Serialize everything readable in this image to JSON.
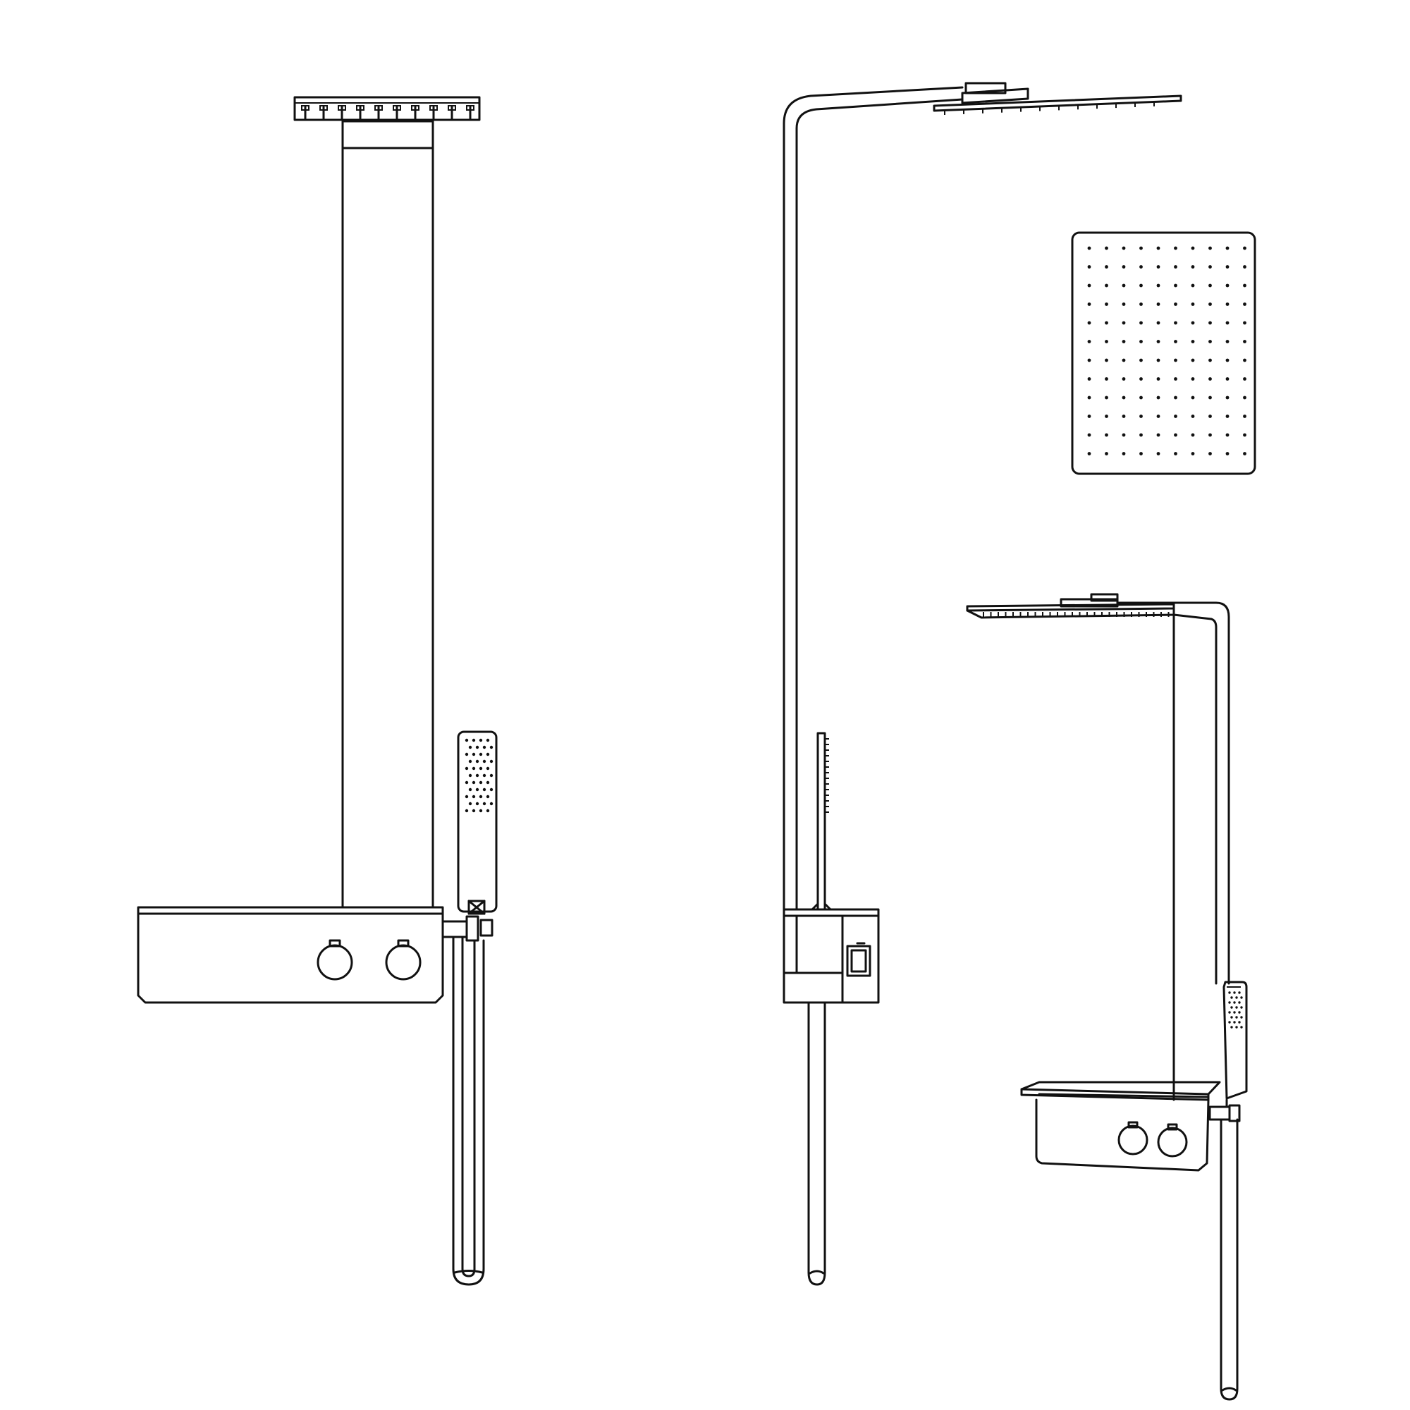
{
  "drawing": {
    "line_color": "#111111",
    "background_color": "#ffffff",
    "views": [
      {
        "id": "front-view",
        "knobs": 2,
        "has_hand_shower": true
      },
      {
        "id": "side-view",
        "knobs": 1,
        "has_hand_shower": true
      },
      {
        "id": "rain-head-top-view",
        "nozzle_rows": 12,
        "nozzle_cols": 10
      },
      {
        "id": "perspective-view",
        "knobs": 2,
        "has_hand_shower": true
      }
    ]
  }
}
